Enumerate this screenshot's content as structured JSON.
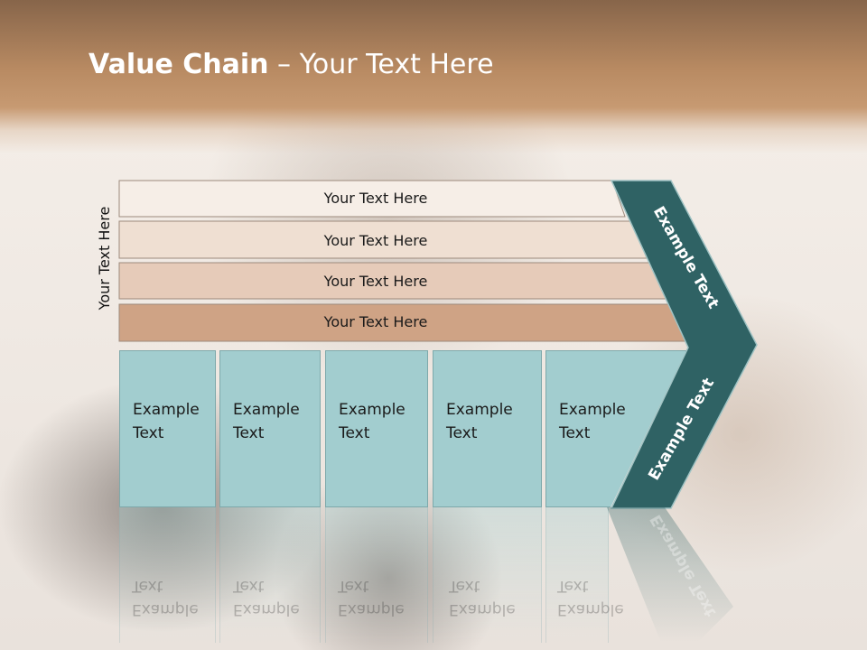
{
  "title": {
    "bold": "Value Chain",
    "rest": " – Your Text Here"
  },
  "vertical_label": "Your Text Here",
  "rows": [
    {
      "label": "Your Text Here"
    },
    {
      "label": "Your Text Here"
    },
    {
      "label": "Your Text Here"
    },
    {
      "label": "Your Text Here"
    }
  ],
  "columns": [
    {
      "line1": "Example",
      "line2": "Text"
    },
    {
      "line1": "Example",
      "line2": "Text"
    },
    {
      "line1": "Example",
      "line2": "Text"
    },
    {
      "line1": "Example",
      "line2": "Text"
    },
    {
      "line1": "Example",
      "line2": "Text"
    }
  ],
  "chevron": {
    "upper_label": "Example Text",
    "lower_label": "Example Text"
  },
  "colors": {
    "row_fills": [
      "#f6eee7",
      "#efdfd2",
      "#e6cbb9",
      "#cfa385"
    ],
    "cell_fill": "#a2cdcf",
    "chevron_fill": "#2f6264",
    "header_band": "#b88a62"
  }
}
